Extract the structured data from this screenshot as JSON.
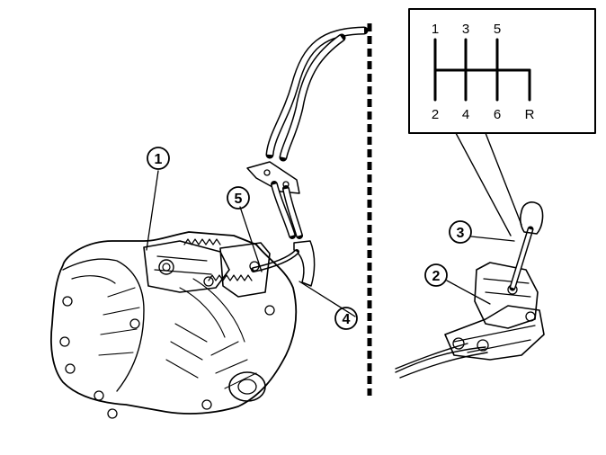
{
  "callouts": [
    {
      "id": "1",
      "label": "1"
    },
    {
      "id": "2",
      "label": "2"
    },
    {
      "id": "3",
      "label": "3"
    },
    {
      "id": "4",
      "label": "4"
    },
    {
      "id": "5",
      "label": "5"
    }
  ],
  "shift_pattern": {
    "top": [
      "1",
      "3",
      "5"
    ],
    "bottom": [
      "2",
      "4",
      "6",
      "R"
    ]
  }
}
